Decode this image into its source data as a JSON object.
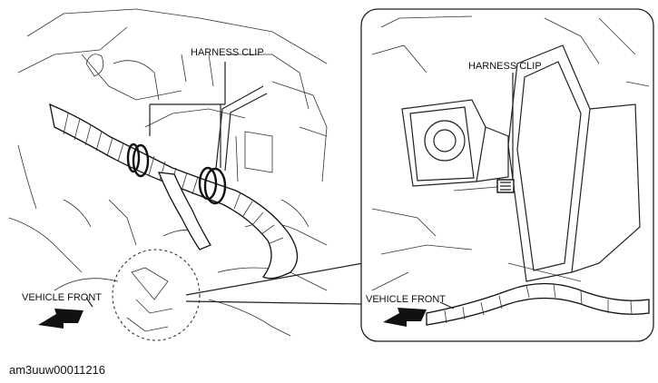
{
  "left_view": {
    "harness_clip_label": "HARNESS CLIP",
    "vehicle_front_label": "VEHICLE FRONT"
  },
  "detail_view": {
    "harness_clip_label": "HARNESS CLIP",
    "vehicle_front_label": "VEHICLE FRONT"
  },
  "caption": "am3uuw00011216"
}
